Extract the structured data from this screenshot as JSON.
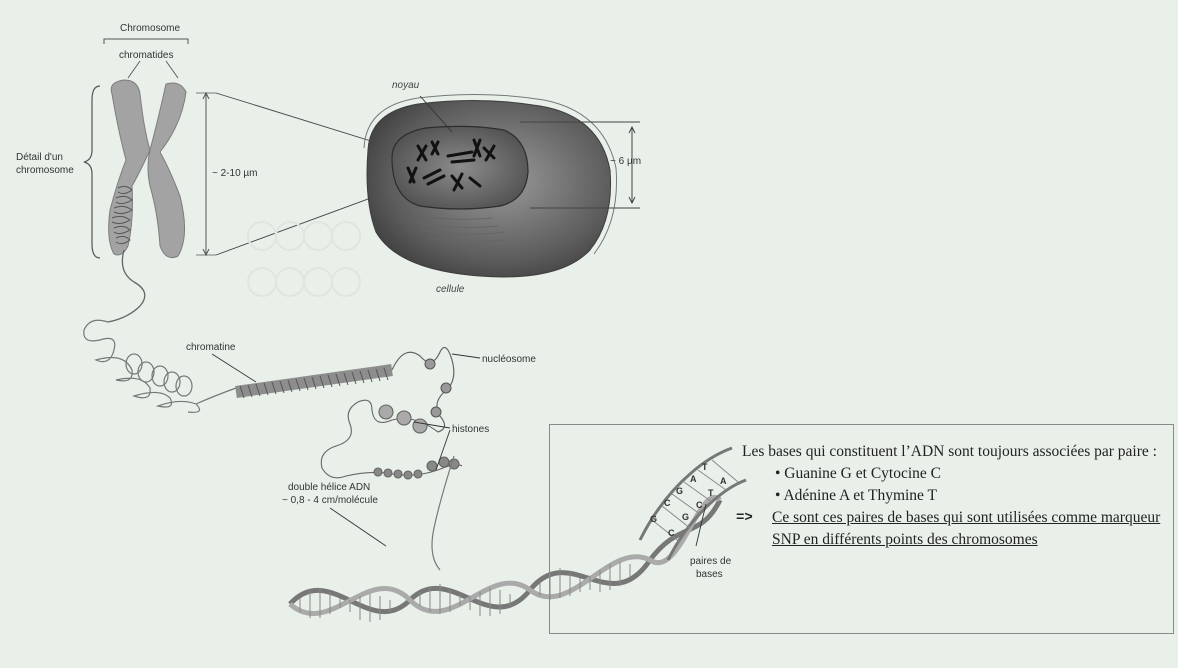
{
  "labels": {
    "chromosome": "Chromosome",
    "chromatides": "chromatides",
    "detail": [
      "Détail d'un",
      "chromosome"
    ],
    "size_chromosome": "~ 2-10 µm",
    "noyau": "noyau",
    "size_cell": "~ 6 µm",
    "cellule": "cellule",
    "chromatine": "chromatine",
    "nucleosome": "nucléosome",
    "histones": "histones",
    "double_helix": [
      "double hélice ADN",
      "~ 0,8 - 4 cm/molécule"
    ],
    "base_pairs": [
      "paires de",
      "bases"
    ],
    "bases_left": [
      "G",
      "C",
      "G",
      "A",
      "T"
    ],
    "bases_right": [
      "C",
      "G",
      "C",
      "T",
      "A"
    ]
  },
  "info": {
    "intro": "Les bases qui constituent l’ADN sont toujours associées par paire :",
    "bullets": [
      "• Guanine G et Cytocine C",
      "• Adénine A et Thymine T"
    ],
    "arrow": "=>",
    "conclusion": "Ce sont ces paires de bases qui sont utilisées comme marqueur SNP en différents points des chromosomes"
  }
}
